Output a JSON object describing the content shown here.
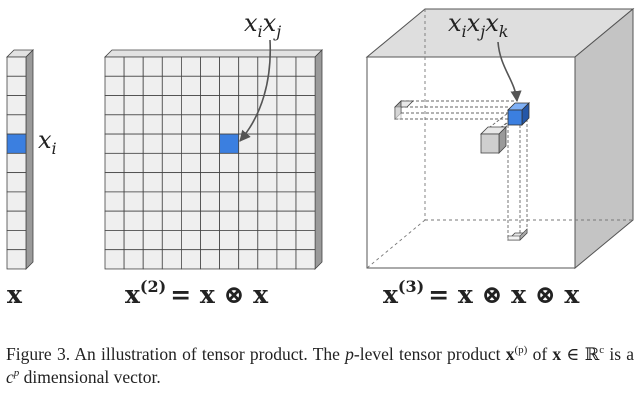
{
  "vector_label": {
    "base": "x",
    "sub": "i"
  },
  "matrix_label": {
    "x1": "x",
    "x2": "j",
    "base": "x",
    "sub1": "i",
    "sub2": "j"
  },
  "cube_label": {
    "base": "x",
    "sub1": "i",
    "sub2": "j",
    "sub3": "k"
  },
  "vector_caption": {
    "text": "x"
  },
  "matrix_caption": {
    "base": "x",
    "sup": "(2)",
    "rhs": "= x ⊗ x"
  },
  "cube_caption": {
    "base": "x",
    "sup": "(3)",
    "rhs": "= x ⊗ x ⊗ x"
  },
  "caption": {
    "label": "Figure 3.",
    "p1": " An illustration of tensor product. The ",
    "p_var": "p",
    "p2": "-level tensor product ",
    "x_sym": "x",
    "x_sup": "(p)",
    "p3": " of ",
    "x_sym2": "x",
    "in_rc": " ∈ ℝ",
    "c_sup": "c",
    "p4": " is a ",
    "c_var": "c",
    "p_sup": "p",
    "p5": " dimensional vector."
  },
  "colors": {
    "highlight": "#3b7fe0",
    "grid_fill": "#efefef",
    "grid_stroke": "#444444",
    "cube_top": "#dedede",
    "cube_side": "#c4c4c4",
    "gray_cell": "#cfcfcf"
  }
}
